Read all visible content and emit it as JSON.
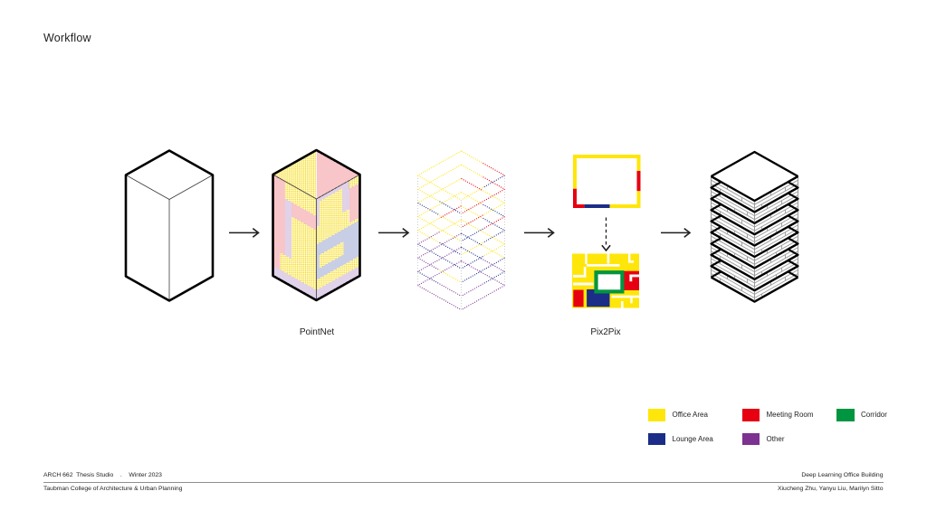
{
  "title": "Workflow",
  "stage_labels": {
    "pointnet": "PointNet",
    "pix2pix": "Pix2Pix"
  },
  "legend": {
    "items": [
      {
        "label": "Office Area",
        "color": "#ffe60a"
      },
      {
        "label": "Meeting Room",
        "color": "#e60012"
      },
      {
        "label": "Corridor",
        "color": "#009540"
      },
      {
        "label": "Lounge Area",
        "color": "#1b2d87"
      },
      {
        "label": "Other",
        "color": "#7d3191"
      }
    ]
  },
  "footer": {
    "left_line1": "ARCH 662  Thesis Studio    .    Winter 2023",
    "left_line2": "Taubman College of Architecture & Urban Planning",
    "right_line1": "Deep Learning Office Building",
    "right_line2": "Xiucheng Zhu, Yanyu Liu, Marilyn Sitto"
  },
  "colors": {
    "yellow": "#ffe60a",
    "red": "#e60012",
    "green": "#009540",
    "blue": "#1b2d87",
    "purple": "#7d3191",
    "dot_yellow": "#f5d800",
    "dot_red": "#e8404e",
    "dot_blue": "#4a5fae",
    "dot_purple": "#9a6cb8",
    "outline": "#000000",
    "thin_edge": "#3c3c3c",
    "wall_gray": "#9a9a9a",
    "guide_gray": "#c2c2c2",
    "arrow": "#1f1f1f"
  },
  "diagram": {
    "stack_plate_count": 9,
    "building_floor_count": 10,
    "stack_plate_edges": [
      {
        "tl": [
          "Y"
        ],
        "tr": [
          "Y",
          "R"
        ],
        "bl": [
          "Y"
        ],
        "br": [
          "B",
          "Y"
        ]
      },
      {
        "tl": [
          "Y"
        ],
        "tr": [
          "Y",
          "R"
        ],
        "bl": [
          "Y",
          "B"
        ],
        "br": [
          "R"
        ]
      },
      {
        "tl": [
          "Y"
        ],
        "tr": [
          "R",
          "Y"
        ],
        "bl": [
          "B",
          "Y"
        ],
        "br": [
          "Y",
          "R"
        ]
      },
      {
        "tl": [
          "Y"
        ],
        "tr": [
          "Y",
          "B"
        ],
        "bl": [
          "Y"
        ],
        "br": [
          "R",
          "B"
        ]
      },
      {
        "tl": [
          "R",
          "Y"
        ],
        "tr": [
          "Y",
          "B"
        ],
        "bl": [
          "Y",
          "B"
        ],
        "br": [
          "B",
          "Y"
        ]
      },
      {
        "tl": [
          "Y",
          "P"
        ],
        "tr": [
          "Y"
        ],
        "bl": [
          "B"
        ],
        "br": [
          "Y",
          "B"
        ]
      },
      {
        "tl": [
          "P"
        ],
        "tr": [
          "B",
          "Y"
        ],
        "bl": [
          "P",
          "Y"
        ],
        "br": [
          "B"
        ]
      },
      {
        "tl": [
          "P"
        ],
        "tr": [
          "B",
          "P"
        ],
        "bl": [
          "B",
          "P"
        ],
        "br": [
          "B",
          "P"
        ]
      },
      {
        "tl": [
          "P"
        ],
        "tr": [
          "P"
        ],
        "bl": [
          "P"
        ],
        "br": [
          "P"
        ]
      }
    ]
  }
}
